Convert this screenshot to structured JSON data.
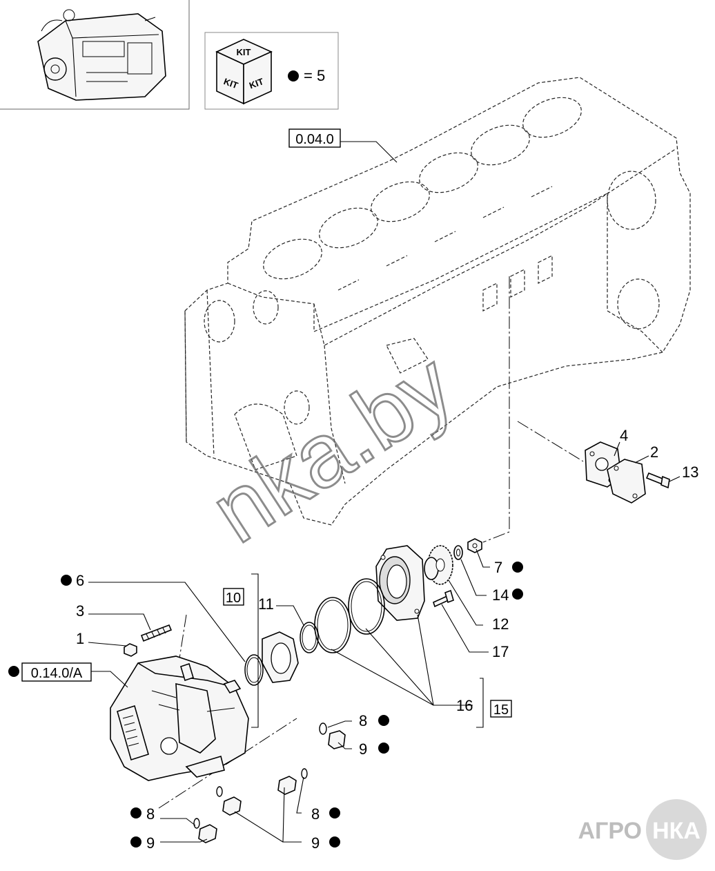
{
  "kit_box": {
    "kit_label": "KIT",
    "legend_value": "= 5"
  },
  "refs": {
    "block": "0.04.0",
    "pump": "0.14.0/A",
    "group_10": "10",
    "group_15": "15"
  },
  "callouts": {
    "p1": "1",
    "p2": "2",
    "p3": "3",
    "p4": "4",
    "p6": "6",
    "p7": "7",
    "p8a": "8",
    "p8b": "8",
    "p8c": "8",
    "p9a": "9",
    "p9b": "9",
    "p9c": "9",
    "p11": "11",
    "p12": "12",
    "p13": "13",
    "p14": "14",
    "p16": "16",
    "p17": "17"
  },
  "watermark": {
    "text": "nka.by",
    "logo_left": "АГРО",
    "logo_right": "НКА"
  },
  "colors": {
    "ink": "#000000",
    "logo": "#b8b8b8",
    "watermark": "#666666"
  }
}
